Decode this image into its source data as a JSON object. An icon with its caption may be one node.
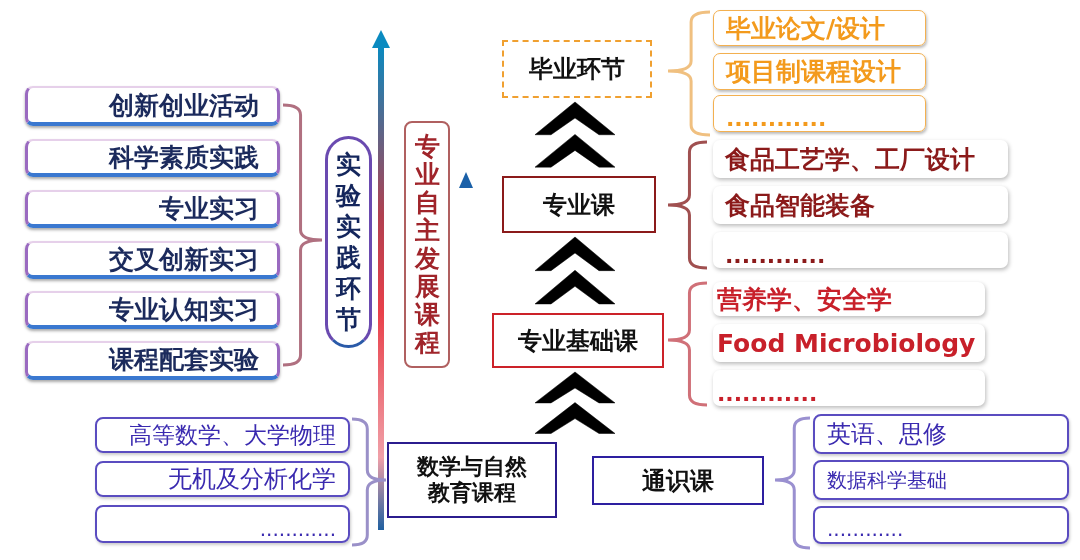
{
  "diagram": {
    "nodes": [
      {
        "text": [
          "毕业环节"
        ]
      },
      {
        "text": [
          "毕业论文/设计"
        ]
      },
      {
        "text": [
          "项目制课程设计"
        ]
      },
      {
        "text": [
          "............"
        ]
      },
      {
        "text": [
          "专业课"
        ]
      },
      {
        "text": [
          "食品工艺学、工厂设计"
        ]
      },
      {
        "text": [
          "食品智能装备"
        ]
      },
      {
        "text": [
          "............"
        ]
      },
      {
        "text": [
          "专业基础课"
        ]
      },
      {
        "text": [
          "营养学、安全学"
        ]
      },
      {
        "text": [
          "Food Microbiology"
        ]
      },
      {
        "text": [
          "............"
        ]
      },
      {
        "text": [
          "数学与自然教育课程"
        ]
      },
      {
        "text": [
          "通识课"
        ]
      },
      {
        "text": [
          "英语、思修"
        ]
      },
      {
        "text": [
          "数据科学基础"
        ]
      },
      {
        "text": [
          "............"
        ]
      },
      {
        "text": [
          "实验实践环节"
        ]
      },
      {
        "text": [
          "创新创业活动"
        ]
      },
      {
        "text": [
          "科学素质实践"
        ]
      },
      {
        "text": [
          "专业实习"
        ]
      },
      {
        "text": [
          "交叉创新实习"
        ]
      },
      {
        "text": [
          "专业认知实习"
        ]
      },
      {
        "text": [
          "课程配套实验"
        ]
      },
      {
        "text": [
          "专业自主发展课程"
        ]
      },
      {
        "text": [
          "高等数学、大学物理"
        ]
      },
      {
        "text": [
          "无机及分析化学"
        ]
      },
      {
        "text": [
          "............"
        ]
      }
    ],
    "edges": [
      {
        "from": 4,
        "to": 0,
        "arrow": "to"
      },
      {
        "from": 8,
        "to": 4,
        "arrow": "to"
      },
      {
        "from": 12,
        "to": 8,
        "arrow": "to"
      },
      {
        "from": 13,
        "to": 8,
        "arrow": "to"
      }
    ]
  }
}
